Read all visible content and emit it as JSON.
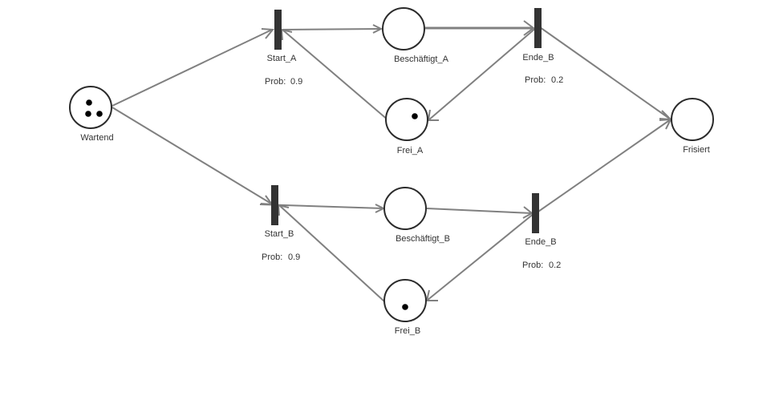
{
  "diagram": {
    "type": "petri-net",
    "places": [
      {
        "id": "wartend",
        "label": "Wartend",
        "tokens": 3
      },
      {
        "id": "beschaeftigt_a",
        "label": "Beschäftigt_A",
        "tokens": 0
      },
      {
        "id": "frei_a",
        "label": "Frei_A",
        "tokens": 1
      },
      {
        "id": "beschaeftigt_b",
        "label": "Beschäftigt_B",
        "tokens": 0
      },
      {
        "id": "frei_b",
        "label": "Frei_B",
        "tokens": 1
      },
      {
        "id": "frisiert",
        "label": "Frisiert",
        "tokens": 0
      }
    ],
    "transitions": [
      {
        "id": "start_a",
        "label": "Start_A",
        "prob_label": "Prob:",
        "prob": "0.9"
      },
      {
        "id": "ende_a",
        "label": "Ende_B",
        "prob_label": "Prob:",
        "prob": "0.2"
      },
      {
        "id": "start_b",
        "label": "Start_B",
        "prob_label": "Prob:",
        "prob": "0.9"
      },
      {
        "id": "ende_b",
        "label": "Ende_B",
        "prob_label": "Prob:",
        "prob": "0.2"
      }
    ],
    "arcs": [
      {
        "from": "wartend",
        "to": "start_a"
      },
      {
        "from": "wartend",
        "to": "start_b"
      },
      {
        "from": "start_a",
        "to": "beschaeftigt_a"
      },
      {
        "from": "frei_a",
        "to": "start_a"
      },
      {
        "from": "beschaeftigt_a",
        "to": "ende_a"
      },
      {
        "from": "ende_a",
        "to": "frei_a"
      },
      {
        "from": "ende_a",
        "to": "frisiert"
      },
      {
        "from": "start_b",
        "to": "beschaeftigt_b"
      },
      {
        "from": "frei_b",
        "to": "start_b"
      },
      {
        "from": "beschaeftigt_b",
        "to": "ende_b"
      },
      {
        "from": "ende_b",
        "to": "frei_b"
      },
      {
        "from": "ende_b",
        "to": "frisiert"
      }
    ]
  }
}
